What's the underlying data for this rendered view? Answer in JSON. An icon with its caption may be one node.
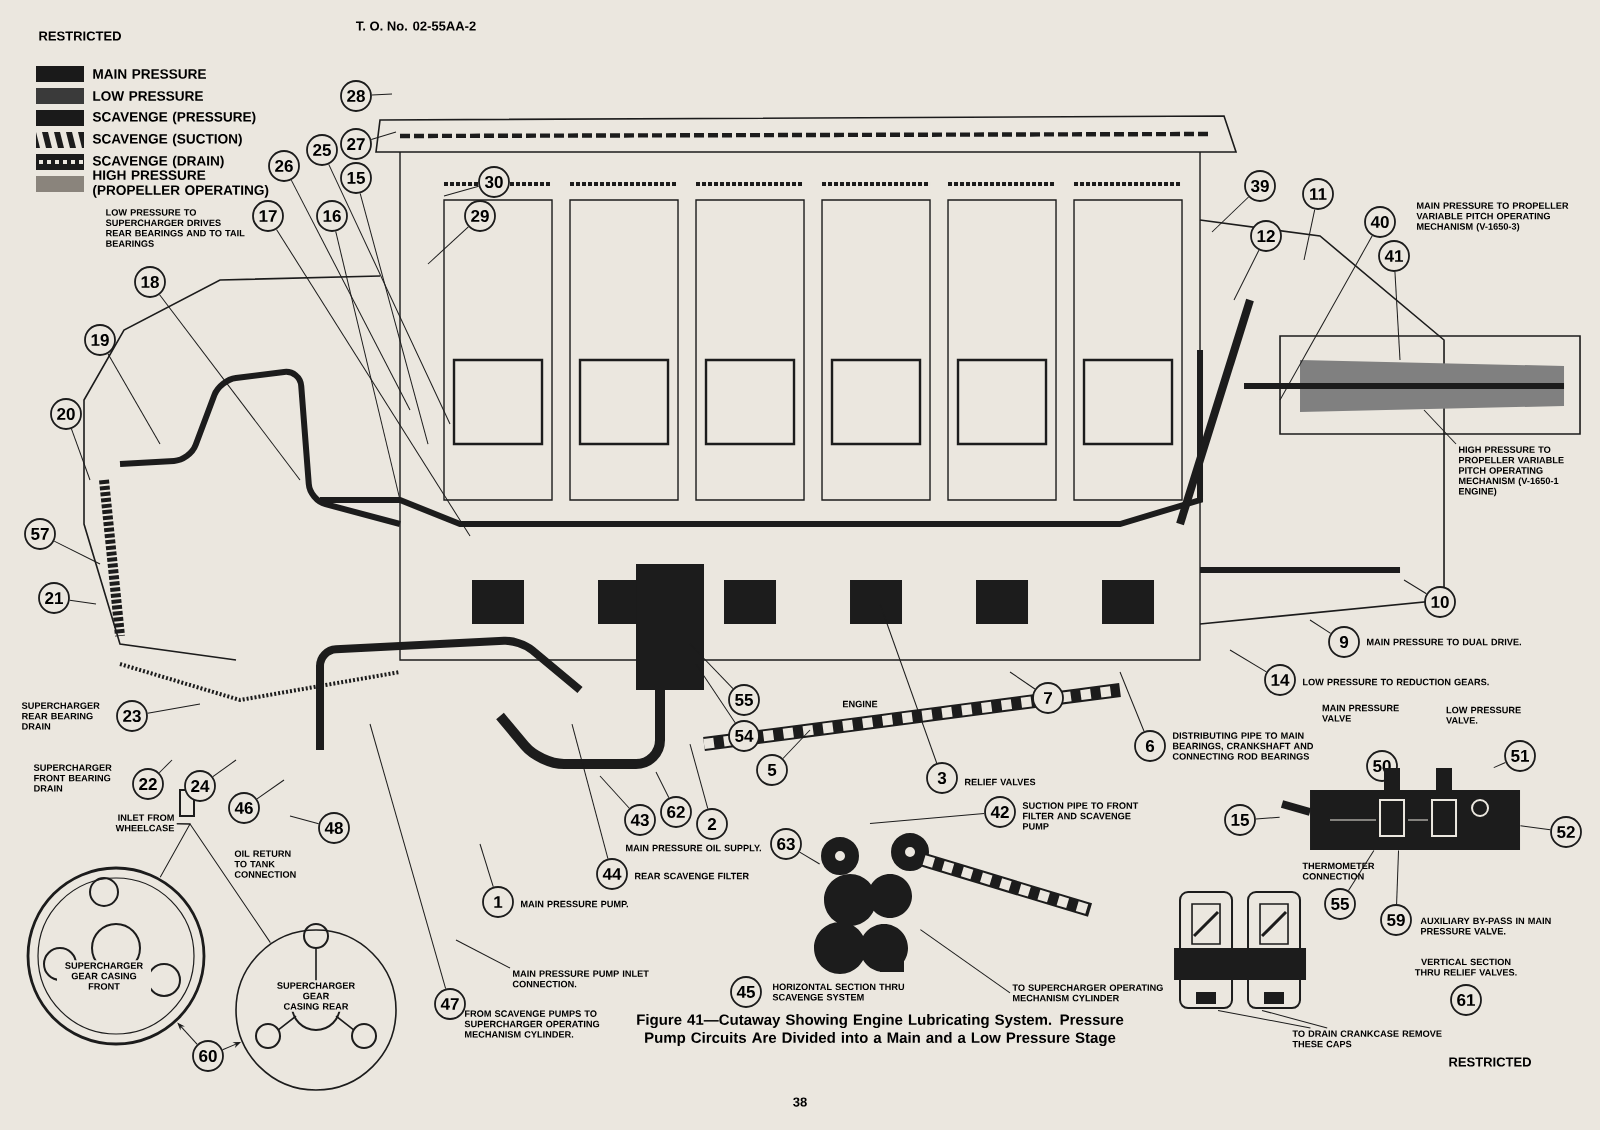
{
  "diagram": {
    "caption": "Figure 41—Cutaway Showing Engine Lubricating System. Pressure Pump Circuits Are Divided into a Main and a Low Pressure Stage",
    "nodes": [
      {
        "text": [
          "28"
        ]
      },
      {
        "text": [
          "26"
        ]
      },
      {
        "text": [
          "25"
        ]
      },
      {
        "text": [
          "27"
        ]
      },
      {
        "text": [
          "15"
        ]
      },
      {
        "text": [
          "16"
        ]
      },
      {
        "text": [
          "17"
        ],
        "beside": [
          "LOW PRESSURE TO SUPERCHARGER DRIVES REAR BEARINGS AND TO TAIL BEARINGS"
        ]
      },
      {
        "text": [
          "30"
        ]
      },
      {
        "text": [
          "29"
        ]
      },
      {
        "text": [
          "39"
        ]
      },
      {
        "text": [
          "11"
        ]
      },
      {
        "text": [
          "12"
        ]
      },
      {
        "text": [
          "40"
        ]
      },
      {
        "text": [
          "41"
        ],
        "beside": [
          "MAIN PRESSURE TO PROPELLER VARIABLE PITCH OPERATING MECHANISM (V-1650-3)"
        ]
      },
      {
        "text": [
          "18"
        ]
      },
      {
        "text": [
          "19"
        ]
      },
      {
        "text": [
          "20"
        ]
      },
      {
        "text": [
          "57"
        ]
      },
      {
        "text": [
          "21"
        ]
      },
      {
        "text": [
          "23"
        ],
        "beside": [
          "SUPERCHARGER REAR BEARING DRAIN"
        ]
      },
      {
        "text": [
          "22"
        ],
        "beside": [
          "SUPERCHARGER FRONT BEARING DRAIN"
        ]
      },
      {
        "text": [
          "24"
        ]
      },
      {
        "text": [
          "46"
        ]
      },
      {
        "text": [
          "48"
        ],
        "beside": [
          "OIL RETURN TO TANK CONNECTION"
        ]
      },
      {
        "text": [
          "60"
        ]
      },
      {
        "text": [
          "55"
        ]
      },
      {
        "text": [
          "54"
        ]
      },
      {
        "text": [
          "7"
        ]
      },
      {
        "text": [
          "10"
        ]
      },
      {
        "text": [
          "9"
        ],
        "beside": [
          "MAIN PRESSURE TO DUAL DRIVE."
        ]
      },
      {
        "text": [
          "14"
        ],
        "beside": [
          "LOW PRESSURE TO REDUCTION GEARS."
        ]
      },
      {
        "text": [
          "6"
        ],
        "beside": [
          "DISTRIBUTING PIPE TO MAIN BEARINGS, CRANKSHAFT AND CONNECTING ROD BEARINGS"
        ]
      },
      {
        "text": [
          "5"
        ]
      },
      {
        "text": [
          "3"
        ],
        "beside": [
          "RELIEF VALVES"
        ]
      },
      {
        "text": [
          "42"
        ],
        "beside": [
          "SUCTION PIPE TO FRONT FILTER AND SCAVENGE PUMP"
        ]
      },
      {
        "text": [
          "43"
        ]
      },
      {
        "text": [
          "62"
        ]
      },
      {
        "text": [
          "2"
        ]
      },
      {
        "text": [
          "63"
        ],
        "beside": [
          "MAIN PRESSURE OIL SUPPLY."
        ]
      },
      {
        "text": [
          "44"
        ],
        "beside": [
          "REAR SCAVENGE FILTER"
        ]
      },
      {
        "text": [
          "1"
        ],
        "beside": [
          "MAIN PRESSURE PUMP."
        ]
      },
      {
        "text": [
          "47"
        ],
        "beside": [
          "FROM SCAVENGE PUMPS TO SUPERCHARGER OPERATING MECHANISM CYLINDER."
        ]
      },
      {
        "text": [
          "45"
        ],
        "beside": [
          "HORIZONTAL SECTION THRU SCAVENGE SYSTEM"
        ]
      },
      {
        "text": [
          "50"
        ],
        "beside": [
          "MAIN PRESSURE VALVE"
        ]
      },
      {
        "text": [
          "51"
        ],
        "beside": [
          "LOW PRESSURE VALVE."
        ]
      },
      {
        "text": [
          "15"
        ]
      },
      {
        "text": [
          "52"
        ]
      },
      {
        "text": [
          "55"
        ],
        "beside": [
          "THERMOMETER CONNECTION"
        ]
      },
      {
        "text": [
          "59"
        ],
        "beside": [
          "AUXILIARY BY-PASS IN MAIN PRESSURE VALVE."
        ]
      },
      {
        "text": [
          "61"
        ],
        "beside": [
          "VERTICAL SECTION THRU RELIEF VALVES."
        ]
      },
      {
        "text": [
          "HIGH PRESSURE TO PROPELLER VARIABLE PITCH OPERATING MECHANISM (V-1650-1 ENGINE)"
        ]
      },
      {
        "text": [
          "INLET FROM WHEELCASE"
        ]
      },
      {
        "text": [
          "MAIN PRESSURE PUMP INLET CONNECTION."
        ]
      },
      {
        "text": [
          "TO SUPERCHARGER OPERATING MECHANISM CYLINDER"
        ]
      },
      {
        "text": [
          "TO DRAIN CRANKCASE REMOVE THESE CAPS"
        ]
      },
      {
        "text": [],
        "shape": "picture"
      },
      {
        "text": [],
        "shape": "picture"
      },
      {
        "text": [],
        "shape": "picture"
      },
      {
        "text": [],
        "shape": "picture"
      },
      {
        "text": [],
        "shape": "picture"
      }
    ],
    "edges": [
      {
        "from": 0,
        "to": null,
        "arrow": "none"
      },
      {
        "from": 1,
        "to": null,
        "arrow": "none"
      },
      {
        "from": 2,
        "to": null,
        "arrow": "none"
      },
      {
        "from": 3,
        "to": null,
        "arrow": "none"
      },
      {
        "from": 4,
        "to": null,
        "arrow": "none"
      },
      {
        "from": 5,
        "to": null,
        "arrow": "none"
      },
      {
        "from": 6,
        "to": null,
        "arrow": "none"
      },
      {
        "from": 7,
        "to": null,
        "arrow": "none"
      },
      {
        "from": 8,
        "to": null,
        "arrow": "none"
      },
      {
        "from": 9,
        "to": null,
        "arrow": "none"
      },
      {
        "from": 10,
        "to": null,
        "arrow": "none"
      },
      {
        "from": 11,
        "to": null,
        "arrow": "none"
      },
      {
        "from": 12,
        "to": null,
        "arrow": "none"
      },
      {
        "from": 13,
        "to": null,
        "arrow": "none"
      },
      {
        "from": 14,
        "to": null,
        "arrow": "none"
      },
      {
        "from": 15,
        "to": null,
        "arrow": "none"
      },
      {
        "from": 16,
        "to": null,
        "arrow": "none"
      },
      {
        "from": 17,
        "to": null,
        "arrow": "none"
      },
      {
        "from": 18,
        "to": null,
        "arrow": "none"
      },
      {
        "from": 19,
        "to": null,
        "arrow": "none"
      },
      {
        "from": 20,
        "to": null,
        "arrow": "none"
      },
      {
        "from": 21,
        "to": null,
        "arrow": "none"
      },
      {
        "from": 22,
        "to": null,
        "arrow": "none"
      },
      {
        "from": 23,
        "to": null,
        "arrow": "none"
      },
      {
        "from": 24,
        "to": 55,
        "arrow": "to"
      },
      {
        "from": 24,
        "to": 56,
        "arrow": "to"
      },
      {
        "from": 25,
        "to": null,
        "arrow": "none"
      },
      {
        "from": 26,
        "to": null,
        "arrow": "none"
      },
      {
        "from": 27,
        "to": null,
        "arrow": "none"
      },
      {
        "from": 28,
        "to": null,
        "arrow": "none"
      },
      {
        "from": 29,
        "to": null,
        "arrow": "none"
      },
      {
        "from": 30,
        "to": null,
        "arrow": "none"
      },
      {
        "from": 31,
        "to": null,
        "arrow": "none"
      },
      {
        "from": 32,
        "to": null,
        "arrow": "none"
      },
      {
        "from": 33,
        "to": null,
        "arrow": "none"
      },
      {
        "from": 34,
        "to": 59,
        "arrow": "none"
      },
      {
        "from": 35,
        "to": null,
        "arrow": "none"
      },
      {
        "from": 36,
        "to": null,
        "arrow": "none"
      },
      {
        "from": 37,
        "to": null,
        "arrow": "none"
      },
      {
        "from": 38,
        "to": 59,
        "arrow": "none"
      },
      {
        "from": 39,
        "to": null,
        "arrow": "none"
      },
      {
        "from": 40,
        "to": null,
        "arrow": "none"
      },
      {
        "from": 41,
        "to": null,
        "arrow": "none"
      },
      {
        "from": 43,
        "to": 57,
        "arrow": "none"
      },
      {
        "from": 44,
        "to": 57,
        "arrow": "none"
      },
      {
        "from": 45,
        "to": 57,
        "arrow": "none"
      },
      {
        "from": 46,
        "to": 57,
        "arrow": "none"
      },
      {
        "from": 47,
        "to": 57,
        "arrow": "none"
      },
      {
        "from": 48,
        "to": 57,
        "arrow": "none"
      },
      {
        "from": 50,
        "to": null,
        "arrow": "none"
      },
      {
        "from": 51,
        "to": 55,
        "arrow": "none"
      },
      {
        "from": 52,
        "to": null,
        "arrow": "none"
      },
      {
        "from": 53,
        "to": 59,
        "arrow": "none"
      },
      {
        "from": 54,
        "to": 58,
        "arrow": "none"
      },
      {
        "from": 54,
        "to": 58,
        "arrow": "none"
      },
      {
        "from": 51,
        "to": 56,
        "arrow": "none"
      }
    ],
    "labels": [
      "RESTRICTED",
      "T. O. No. 02-55AA-2",
      "SUPERCHARGER GEAR CASING FRONT",
      "SUPERCHARGER GEAR CASING REAR",
      "ENGINE",
      "38",
      "RESTRICTED"
    ],
    "legend": [
      {
        "text": "MAIN PRESSURE",
        "color": "#1a1a1a"
      },
      {
        "text": "LOW PRESSURE",
        "color": "#3a3a3a"
      },
      {
        "text": "SCAVENGE (PRESSURE)",
        "color": "#1a1a1a"
      },
      {
        "text": "SCAVENGE (SUCTION)"
      },
      {
        "text": "SCAVENGE (DRAIN)"
      },
      {
        "text": "HIGH PRESSURE (PROPELLER OPERATING)",
        "color": "#8a847c"
      }
    ]
  }
}
